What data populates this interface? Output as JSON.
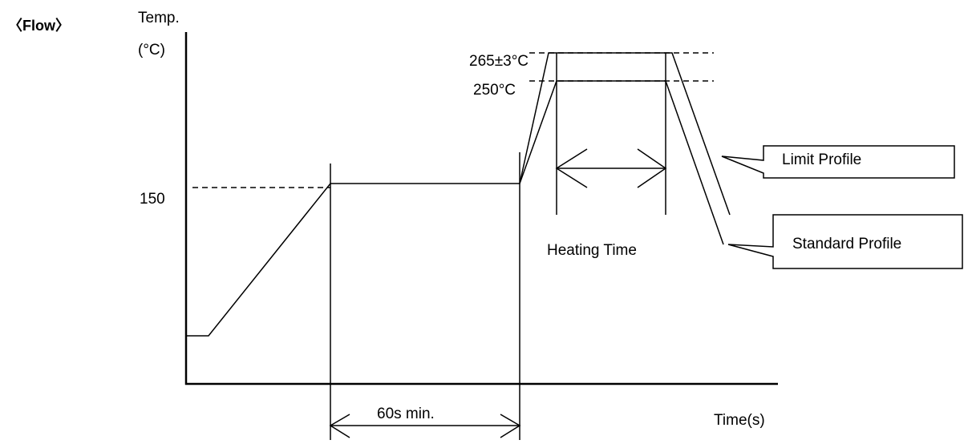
{
  "title": "〈Flow〉",
  "y_axis": {
    "label_line1": "Temp.",
    "label_line2": "(°C)"
  },
  "x_axis": {
    "label": "Time(s)"
  },
  "levels": {
    "preheat": "150",
    "standard_peak": "250°C",
    "limit_peak": "265±3°C"
  },
  "dimensions": {
    "preheat_duration": "60s min.",
    "heating_time": "Heating Time"
  },
  "callouts": {
    "limit": "Limit Profile",
    "standard": "Standard Profile"
  }
}
